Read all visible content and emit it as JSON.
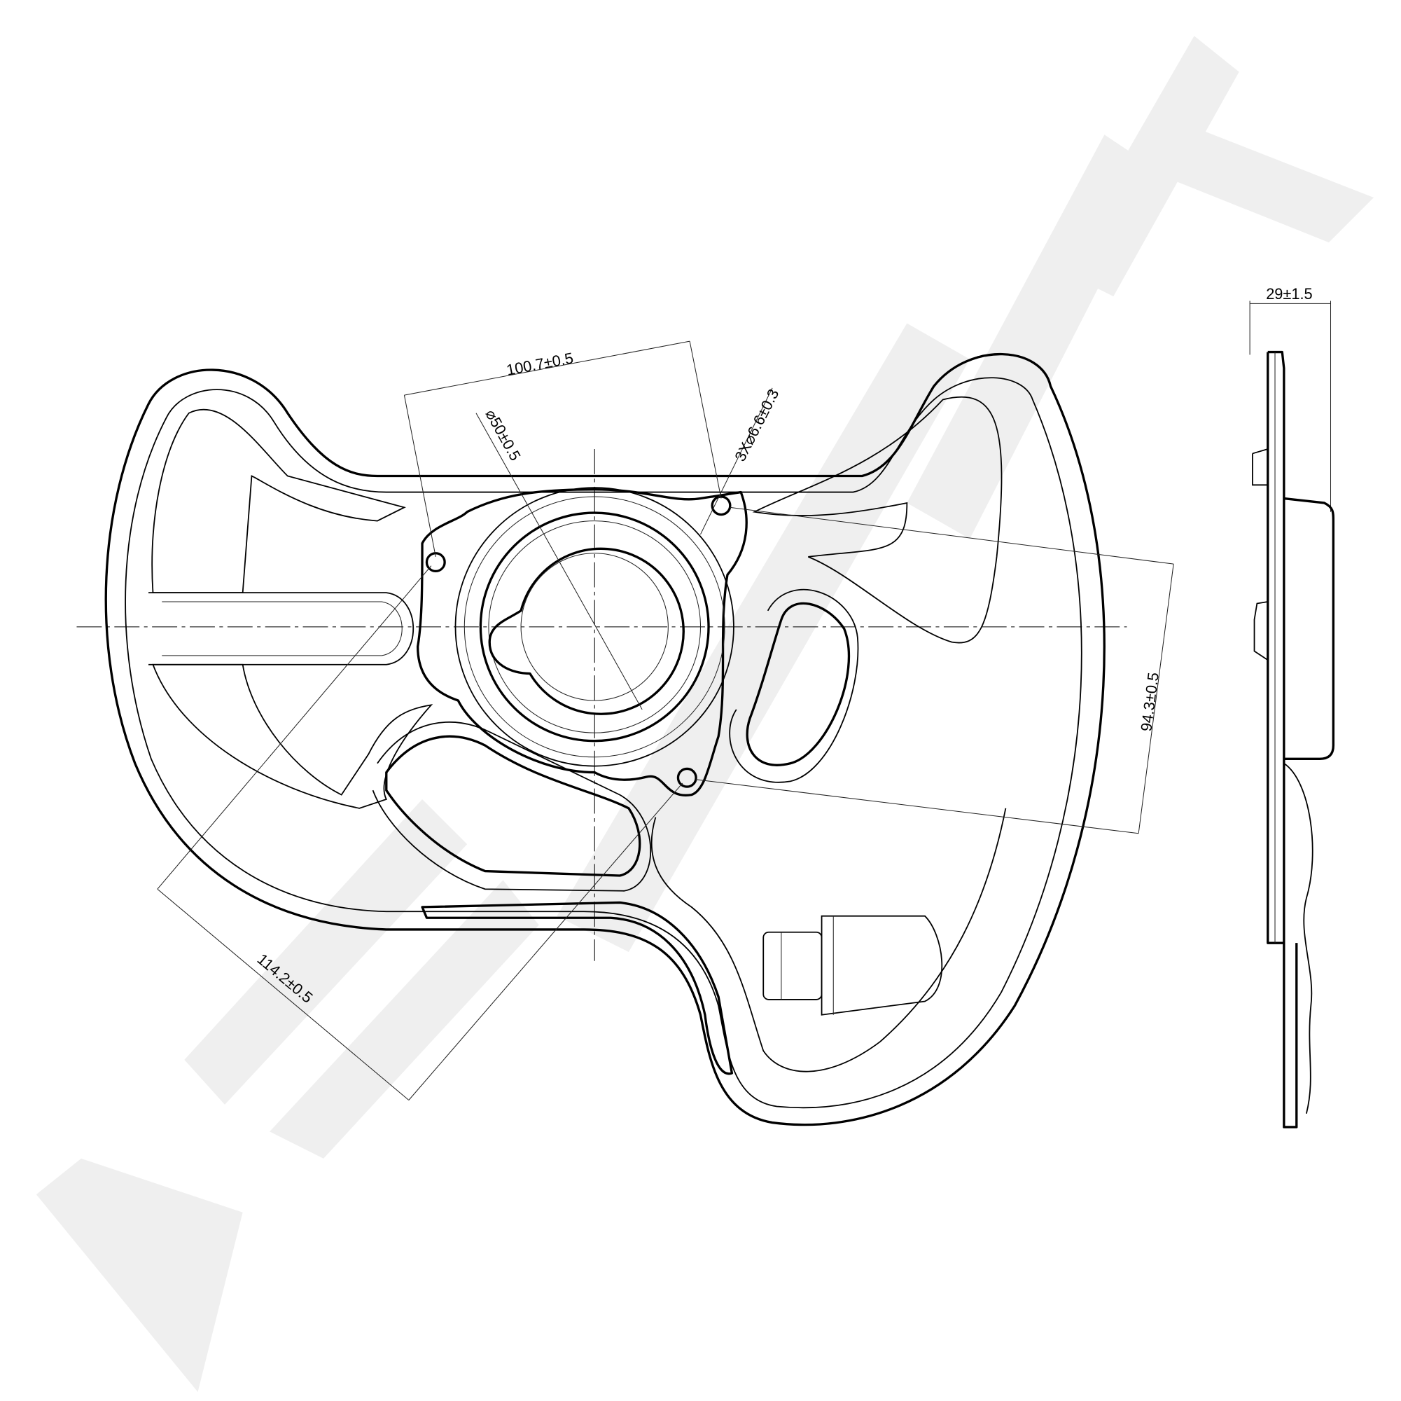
{
  "drawing": {
    "title": "Brake disc splash shield technical drawing",
    "watermark": "ZENTEK",
    "dimensions": {
      "hole_spacing": "100.7±0.5",
      "bore_diameter": "⌀50±0.5",
      "holes": "3X⌀6.6±0.3",
      "hole_spacing_2": "94.3±0.5",
      "hole_spacing_3": "114.2±0.5",
      "depth": "29±1.5"
    }
  }
}
